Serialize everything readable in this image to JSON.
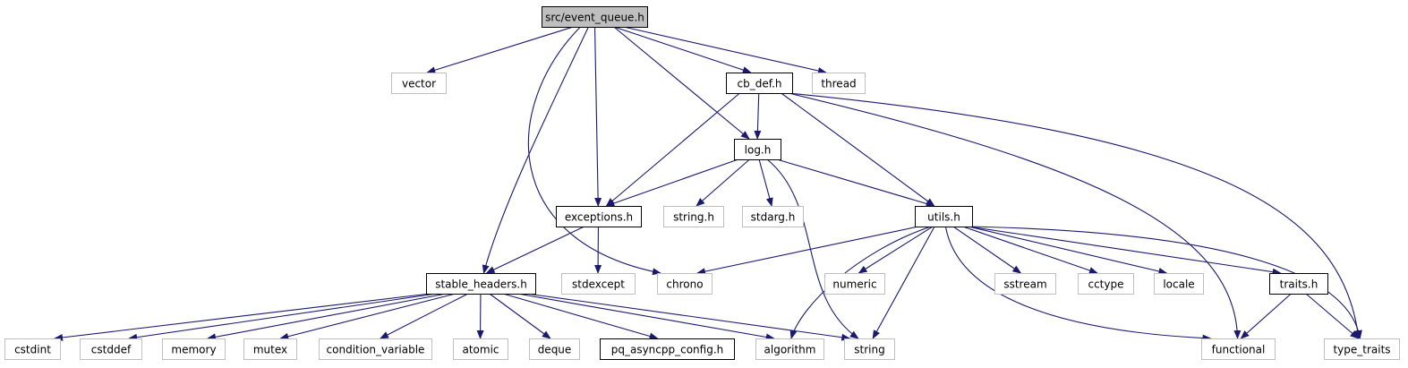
{
  "graph": {
    "nodes": [
      {
        "id": "event_queue",
        "label": "src/event_queue.h",
        "kind": "root"
      },
      {
        "id": "vector",
        "label": "vector",
        "kind": "external"
      },
      {
        "id": "cb_def",
        "label": "cb_def.h",
        "kind": "documented"
      },
      {
        "id": "thread",
        "label": "thread",
        "kind": "external"
      },
      {
        "id": "log",
        "label": "log.h",
        "kind": "documented"
      },
      {
        "id": "exceptions",
        "label": "exceptions.h",
        "kind": "documented"
      },
      {
        "id": "string_h",
        "label": "string.h",
        "kind": "external"
      },
      {
        "id": "stdarg",
        "label": "stdarg.h",
        "kind": "external"
      },
      {
        "id": "utils",
        "label": "utils.h",
        "kind": "documented"
      },
      {
        "id": "stable_headers",
        "label": "stable_headers.h",
        "kind": "documented"
      },
      {
        "id": "stdexcept",
        "label": "stdexcept",
        "kind": "external"
      },
      {
        "id": "chrono",
        "label": "chrono",
        "kind": "external"
      },
      {
        "id": "numeric",
        "label": "numeric",
        "kind": "external"
      },
      {
        "id": "sstream",
        "label": "sstream",
        "kind": "external"
      },
      {
        "id": "cctype",
        "label": "cctype",
        "kind": "external"
      },
      {
        "id": "locale",
        "label": "locale",
        "kind": "external"
      },
      {
        "id": "traits",
        "label": "traits.h",
        "kind": "documented"
      },
      {
        "id": "cstdint",
        "label": "cstdint",
        "kind": "external"
      },
      {
        "id": "cstddef",
        "label": "cstddef",
        "kind": "external"
      },
      {
        "id": "memory",
        "label": "memory",
        "kind": "external"
      },
      {
        "id": "mutex",
        "label": "mutex",
        "kind": "external"
      },
      {
        "id": "condition_variable",
        "label": "condition_variable",
        "kind": "external"
      },
      {
        "id": "atomic",
        "label": "atomic",
        "kind": "external"
      },
      {
        "id": "deque",
        "label": "deque",
        "kind": "external"
      },
      {
        "id": "pq_asyncpp_config",
        "label": "pq_asyncpp_config.h",
        "kind": "documented"
      },
      {
        "id": "algorithm",
        "label": "algorithm",
        "kind": "external"
      },
      {
        "id": "string",
        "label": "string",
        "kind": "external"
      },
      {
        "id": "functional",
        "label": "functional",
        "kind": "external"
      },
      {
        "id": "type_traits",
        "label": "type_traits",
        "kind": "external"
      }
    ],
    "edges": [
      [
        "event_queue",
        "vector"
      ],
      [
        "event_queue",
        "cb_def"
      ],
      [
        "event_queue",
        "thread"
      ],
      [
        "event_queue",
        "log"
      ],
      [
        "event_queue",
        "exceptions"
      ],
      [
        "event_queue",
        "stable_headers"
      ],
      [
        "event_queue",
        "chrono"
      ],
      [
        "cb_def",
        "log"
      ],
      [
        "cb_def",
        "exceptions"
      ],
      [
        "cb_def",
        "utils"
      ],
      [
        "cb_def",
        "functional"
      ],
      [
        "cb_def",
        "type_traits"
      ],
      [
        "log",
        "exceptions"
      ],
      [
        "log",
        "string_h"
      ],
      [
        "log",
        "stdarg"
      ],
      [
        "log",
        "utils"
      ],
      [
        "log",
        "string"
      ],
      [
        "exceptions",
        "stable_headers"
      ],
      [
        "exceptions",
        "stdexcept"
      ],
      [
        "utils",
        "chrono"
      ],
      [
        "utils",
        "numeric"
      ],
      [
        "utils",
        "sstream"
      ],
      [
        "utils",
        "cctype"
      ],
      [
        "utils",
        "locale"
      ],
      [
        "utils",
        "traits"
      ],
      [
        "utils",
        "type_traits"
      ],
      [
        "utils",
        "algorithm"
      ],
      [
        "utils",
        "string"
      ],
      [
        "utils",
        "functional"
      ],
      [
        "traits",
        "functional"
      ],
      [
        "traits",
        "type_traits"
      ],
      [
        "stable_headers",
        "cstdint"
      ],
      [
        "stable_headers",
        "cstddef"
      ],
      [
        "stable_headers",
        "memory"
      ],
      [
        "stable_headers",
        "mutex"
      ],
      [
        "stable_headers",
        "condition_variable"
      ],
      [
        "stable_headers",
        "atomic"
      ],
      [
        "stable_headers",
        "deque"
      ],
      [
        "stable_headers",
        "pq_asyncpp_config"
      ],
      [
        "stable_headers",
        "algorithm"
      ],
      [
        "stable_headers",
        "string"
      ]
    ],
    "colors": {
      "edge": "#191970",
      "root_fill": "#bfbfbf",
      "documented_border": "#000000",
      "external_border": "#bfbfbf",
      "background": "#ffffff"
    }
  }
}
